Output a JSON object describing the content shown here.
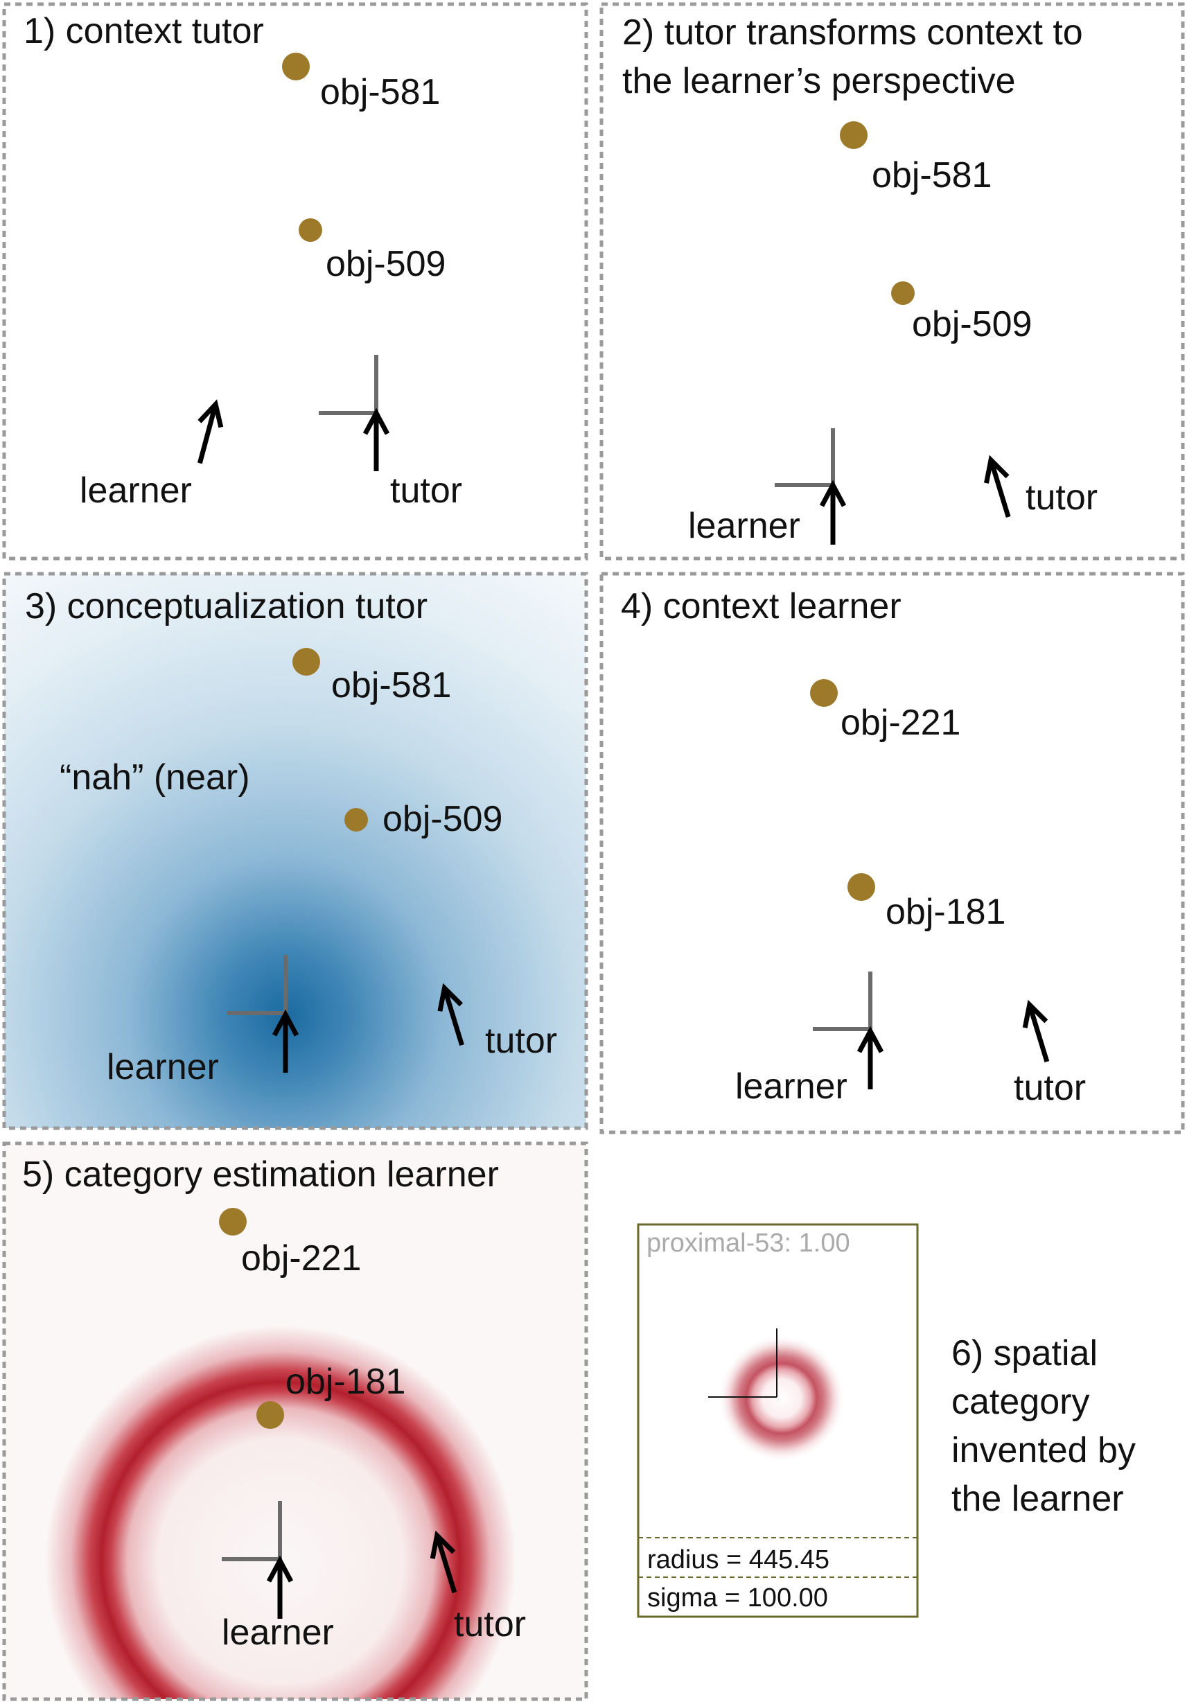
{
  "colors": {
    "object": "#9c7a2a",
    "axis": "#6b6b6b",
    "arrow": "#000000",
    "panel_border": "#9a9a9a",
    "blue": "#1f6da3",
    "red": "#b4202a",
    "legend_border": "#6a6a2a"
  },
  "panels": {
    "p1": {
      "title": "1) context tutor",
      "objects": [
        {
          "label": "obj-581"
        },
        {
          "label": "obj-509"
        }
      ],
      "learner": "learner",
      "tutor": "tutor"
    },
    "p2": {
      "title_line1": "2) tutor transforms context to",
      "title_line2": "the learner’s perspective",
      "objects": [
        {
          "label": "obj-581"
        },
        {
          "label": "obj-509"
        }
      ],
      "learner": "learner",
      "tutor": "tutor"
    },
    "p3": {
      "title": "3) conceptualization tutor",
      "word": "“nah” (near)",
      "objects": [
        {
          "label": "obj-581"
        },
        {
          "label": "obj-509"
        }
      ],
      "learner": "learner",
      "tutor": "tutor"
    },
    "p4": {
      "title": "4) context learner",
      "objects": [
        {
          "label": "obj-221"
        },
        {
          "label": "obj-181"
        }
      ],
      "learner": "learner",
      "tutor": "tutor"
    },
    "p5": {
      "title": "5) category estimation learner",
      "objects": [
        {
          "label": "obj-221"
        },
        {
          "label": "obj-181"
        }
      ],
      "learner": "learner",
      "tutor": "tutor"
    },
    "p6": {
      "category_header": "proximal-53: 1.00",
      "radius": "radius = 445.45",
      "sigma": "sigma = 100.00",
      "caption": [
        "6) spatial",
        "category",
        "invented by",
        "the learner"
      ]
    }
  }
}
